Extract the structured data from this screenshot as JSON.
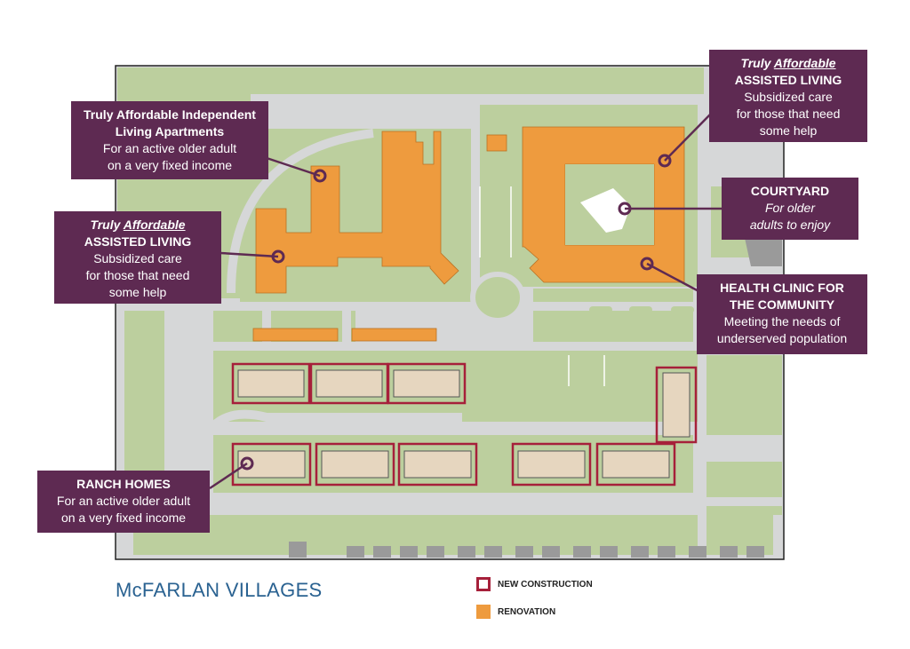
{
  "site": {
    "title": "McFARLAN VILLAGES"
  },
  "callouts": {
    "independent": {
      "title": "Truly Affordable Independent Living Apartments",
      "line1": "For an active older adult",
      "line2": "on a very fixed income"
    },
    "assisted_left": {
      "prefix": "Truly",
      "emph": "Affordable",
      "title": "ASSISTED LIVING",
      "line1": "Subsidized care",
      "line2": "for those that need",
      "line3": "some help"
    },
    "assisted_right": {
      "prefix": "Truly",
      "emph": "Affordable",
      "title": "ASSISTED LIVING",
      "line1": "Subsidized care",
      "line2": "for those that need",
      "line3": "some help"
    },
    "courtyard": {
      "title": "COURTYARD",
      "line1": "For older",
      "line2": "adults to enjoy"
    },
    "clinic": {
      "title1": "HEALTH CLINIC FOR",
      "title2": "THE COMMUNITY",
      "line1": "Meeting the needs of",
      "line2": "underserved population"
    },
    "ranch": {
      "title": "RANCH HOMES",
      "line1": "For an active older adult",
      "line2": "on a very fixed income"
    }
  },
  "legend": {
    "new_construction": "NEW CONSTRUCTION",
    "renovation": "RENOVATION"
  },
  "colors": {
    "renovation": "#ee9b3e",
    "new_construction": "#a6203a",
    "callout": "#5e2a52",
    "grass": "#bccf9e",
    "pavement": "#d6d7d8",
    "ranch_home": "#e6d6bf",
    "title": "#2a6291"
  }
}
